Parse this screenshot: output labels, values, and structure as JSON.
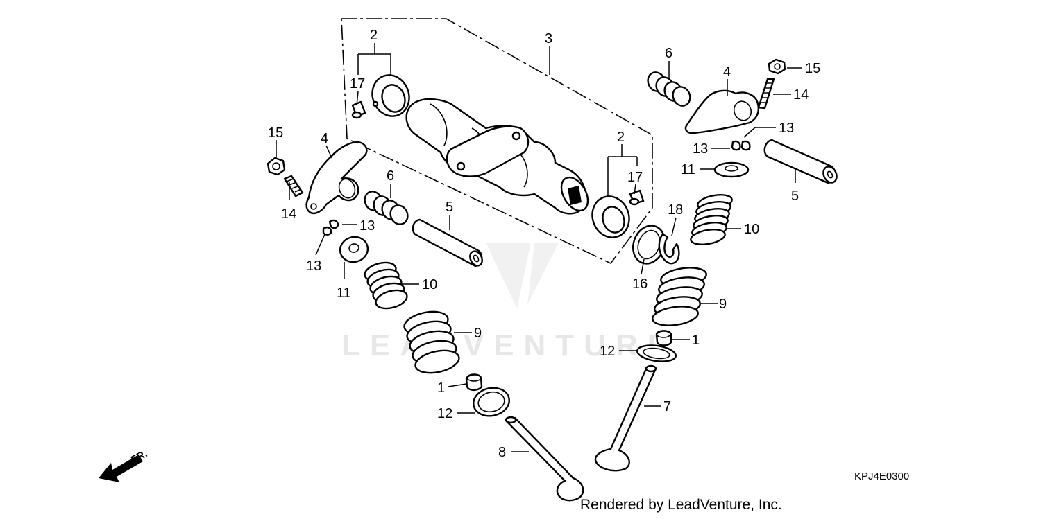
{
  "diagram": {
    "code": "KPJ4E0300",
    "credit": "Rendered by LeadVenture, Inc.",
    "watermark": "LEADVENTURE",
    "direction_label": "FR.",
    "callouts": {
      "c1a": "1",
      "c1b": "1",
      "c2a": "2",
      "c2b": "2",
      "c3": "3",
      "c4a": "4",
      "c4b": "4",
      "c5a": "5",
      "c5b": "5",
      "c6a": "6",
      "c6b": "6",
      "c7": "7",
      "c8": "8",
      "c9a": "9",
      "c9b": "9",
      "c10a": "10",
      "c10b": "10",
      "c11a": "11",
      "c11b": "11",
      "c12a": "12",
      "c12b": "12",
      "c13a": "13",
      "c13b": "13",
      "c13c": "13",
      "c13d": "13",
      "c14a": "14",
      "c14b": "14",
      "c15a": "15",
      "c15b": "15",
      "c16": "16",
      "c17a": "17",
      "c17b": "17",
      "c18": "18"
    }
  }
}
